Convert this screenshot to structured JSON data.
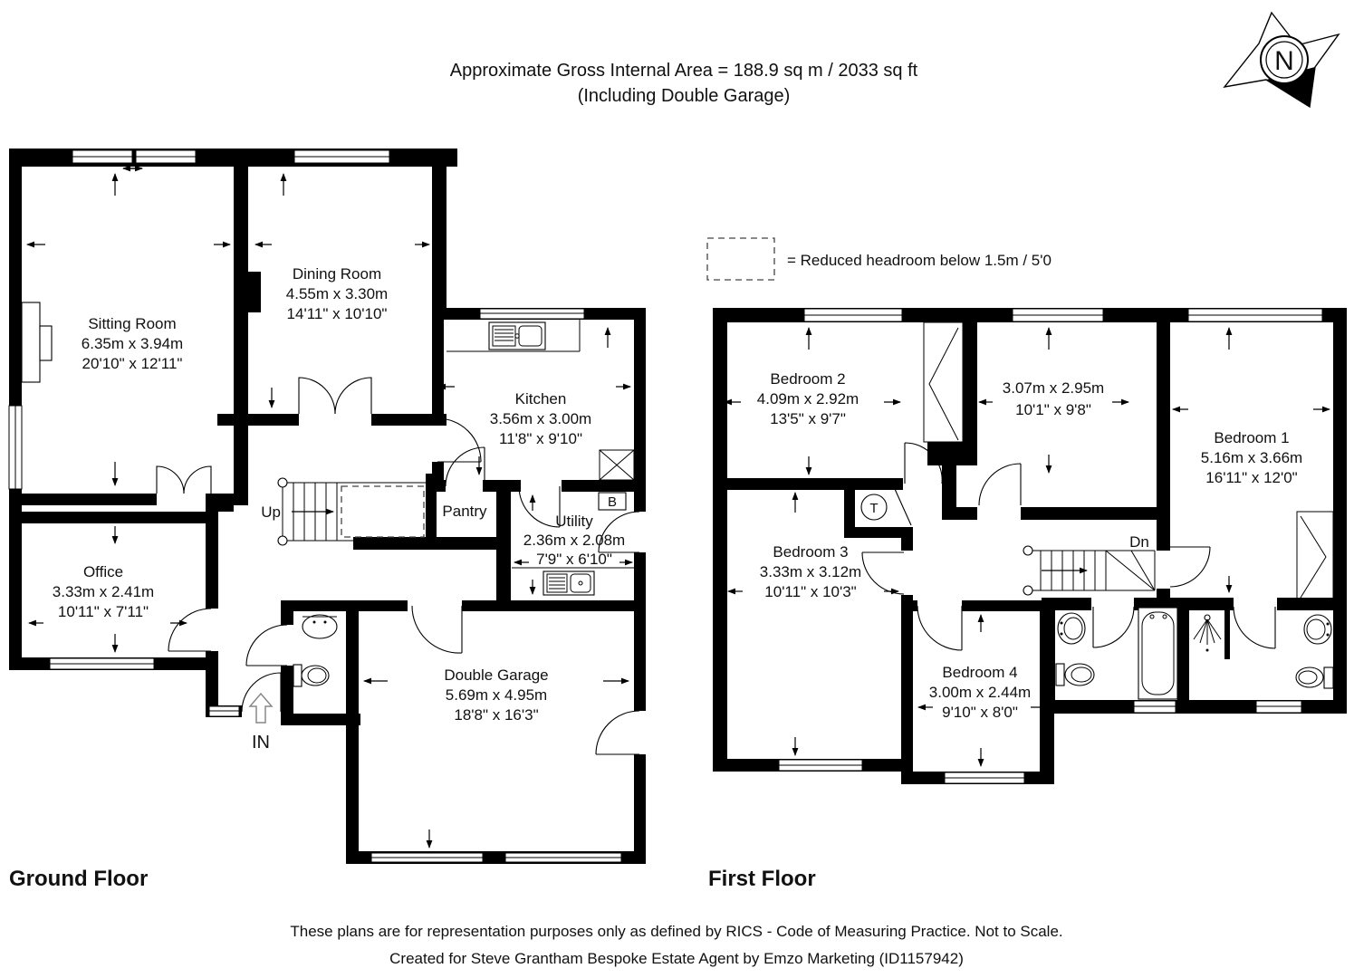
{
  "header": {
    "line1": "Approximate Gross Internal Area = 188.9 sq m / 2033 sq ft",
    "line2": "(Including Double Garage)"
  },
  "legend": {
    "text": "= Reduced headroom below 1.5m / 5'0"
  },
  "compass": {
    "north": "N"
  },
  "floors": {
    "ground": {
      "title": "Ground Floor"
    },
    "first": {
      "title": "First Floor"
    }
  },
  "rooms": {
    "sitting": {
      "name": "Sitting Room",
      "metric": "6.35m x 3.94m",
      "imperial": "20'10\" x 12'11\""
    },
    "dining": {
      "name": "Dining Room",
      "metric": "4.55m x 3.30m",
      "imperial": "14'11\" x 10'10\""
    },
    "kitchen": {
      "name": "Kitchen",
      "metric": "3.56m x 3.00m",
      "imperial": "11'8\" x 9'10\""
    },
    "pantry": {
      "name": "Pantry"
    },
    "utility": {
      "name": "Utility",
      "metric": "2.36m x 2.08m",
      "imperial": "7'9\" x 6'10\""
    },
    "office": {
      "name": "Office",
      "metric": "3.33m x 2.41m",
      "imperial": "10'11\" x 7'11\""
    },
    "garage": {
      "name": "Double Garage",
      "metric": "5.69m x 4.95m",
      "imperial": "18'8\" x 16'3\""
    },
    "bedroom1": {
      "name": "Bedroom 1",
      "metric": "5.16m x 3.66m",
      "imperial": "16'11\" x 12'0\""
    },
    "bedroom2": {
      "name": "Bedroom 2",
      "metric": "4.09m x 2.92m",
      "imperial": "13'5\" x 9'7\""
    },
    "bedroom3": {
      "name": "Bedroom 3",
      "metric": "3.33m x 3.12m",
      "imperial": "10'11\" x 10'3\""
    },
    "bedroom4": {
      "name": "Bedroom 4",
      "metric": "3.00m x 2.44m",
      "imperial": "9'10\" x 8'0\""
    },
    "upstairs_room": {
      "metric": "3.07m x 2.95m",
      "imperial": "10'1\" x 9'8\""
    }
  },
  "markers": {
    "up": "Up",
    "down": "Dn",
    "entrance": "IN",
    "boiler": "B",
    "tank": "T"
  },
  "footer": {
    "line1": "These plans are for representation purposes only as defined by RICS - Code of Measuring Practice. Not to Scale.",
    "line2": "Created for Steve Grantham Bespoke Estate Agent by Emzo Marketing (ID1157942)"
  }
}
